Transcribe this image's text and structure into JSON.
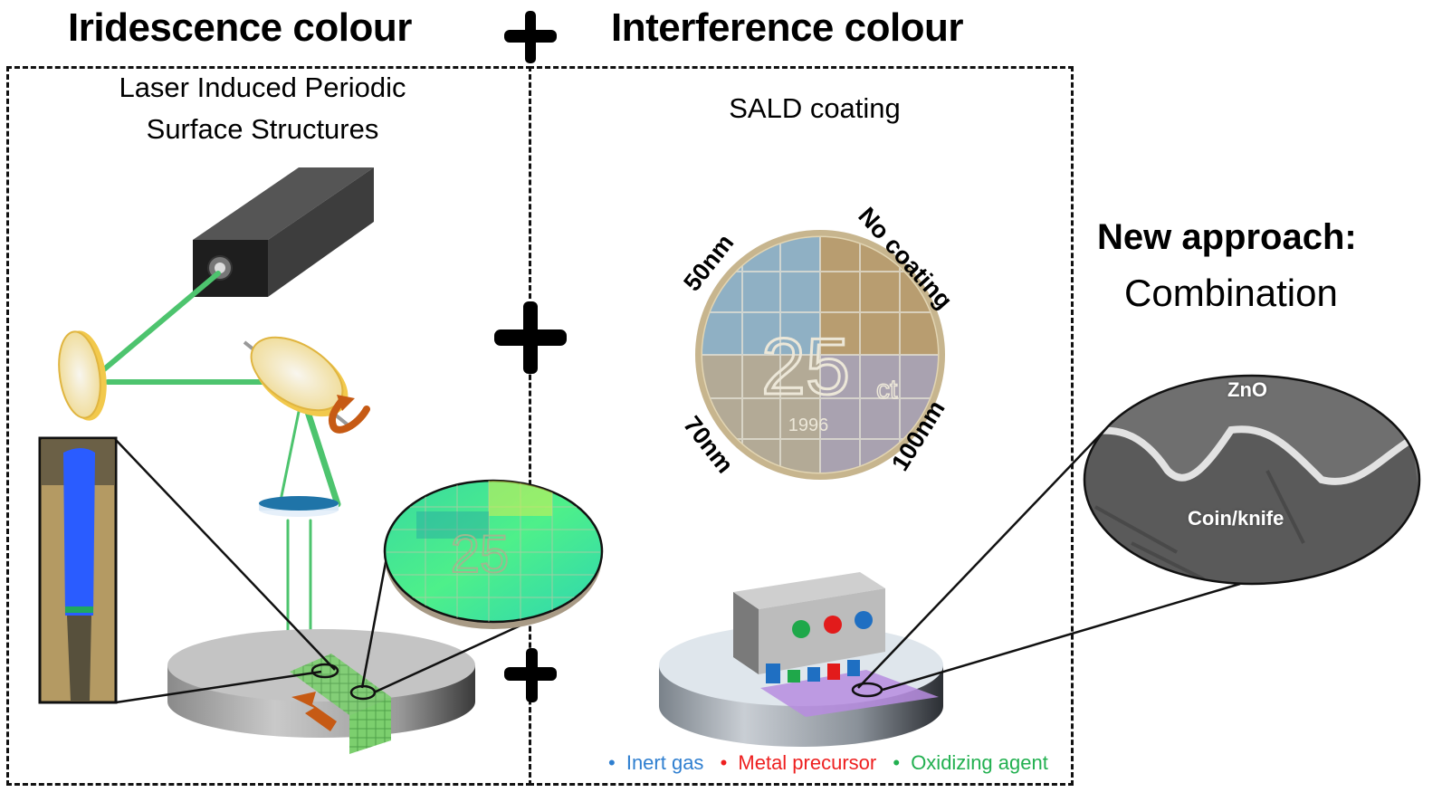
{
  "header": {
    "left_title": "Iridescence colour",
    "right_title": "Interference colour",
    "plus_symbol": "+"
  },
  "left_panel": {
    "subtitle_line1": "Laser Induced Periodic",
    "subtitle_line2": "Surface Structures"
  },
  "right_panel": {
    "subtitle": "SALD coating",
    "coin_labels": {
      "top_left": "50nm",
      "top_right": "No coating",
      "bottom_left": "70nm",
      "bottom_right": "100nm"
    },
    "coin_face": {
      "value": "25",
      "unit": "ct",
      "year": "1996"
    },
    "legend": [
      {
        "bullet": "•",
        "label": "Inert gas",
        "color": "#2f7fd0"
      },
      {
        "bullet": "•",
        "label": "Metal precursor",
        "color": "#ee2020"
      },
      {
        "bullet": "•",
        "label": "Oxidizing agent",
        "color": "#22b050"
      }
    ]
  },
  "new_approach": {
    "heading": "New approach:",
    "subheading": "Combination",
    "sem_labels": {
      "top": "ZnO",
      "bottom": "Coin/knife"
    }
  },
  "colors": {
    "laser_green": "#3fc46a",
    "mirror_gold": "#f2c94c",
    "arrow_orange": "#c65a14",
    "knife_blue": "#2a5cff",
    "lipss_green": "#28e08a",
    "purple_film": "#b78ce0"
  }
}
